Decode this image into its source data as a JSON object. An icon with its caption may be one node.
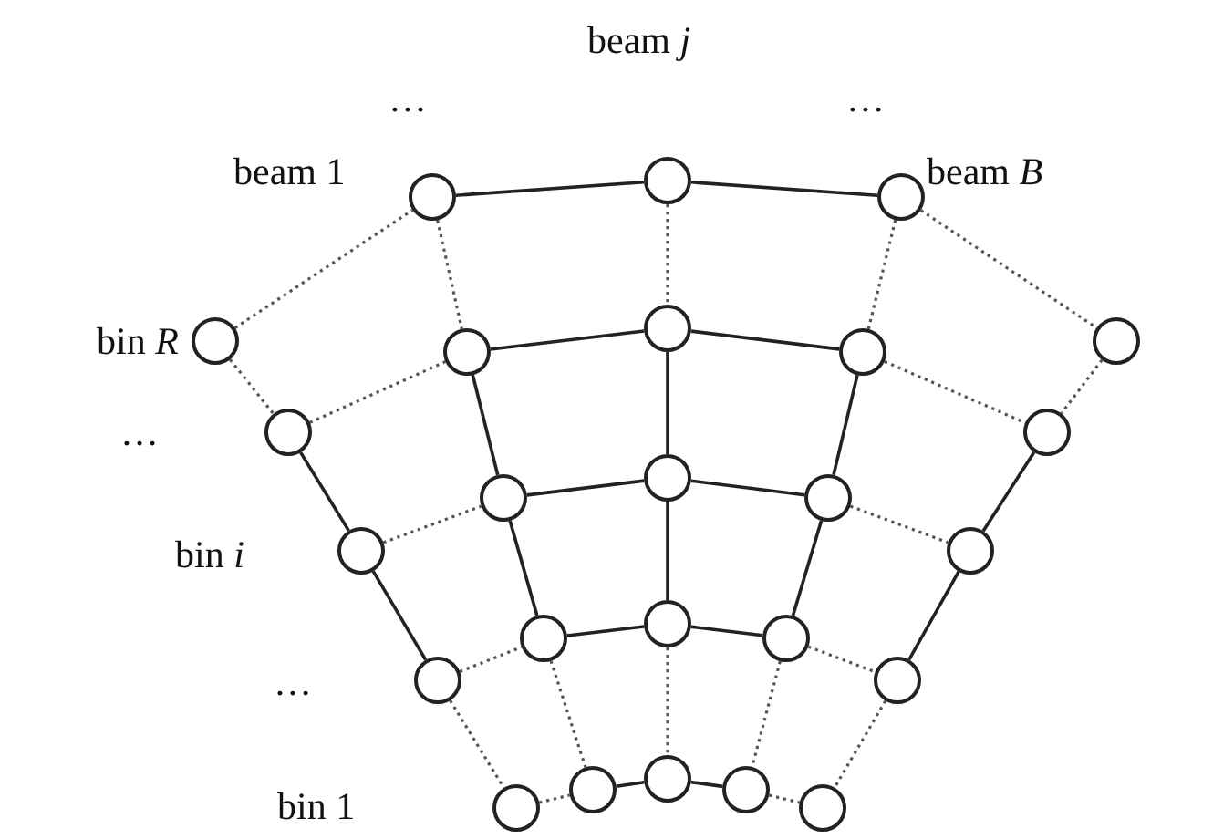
{
  "diagram": {
    "nodes": [
      {
        "text": [],
        "shape": "circle"
      },
      {
        "text": [],
        "shape": "circle"
      },
      {
        "text": [],
        "shape": "circle"
      },
      {
        "text": [],
        "shape": "circle"
      },
      {
        "text": [],
        "shape": "circle"
      },
      {
        "text": [],
        "shape": "circle"
      },
      {
        "text": [],
        "shape": "circle"
      },
      {
        "text": [],
        "shape": "circle"
      },
      {
        "text": [],
        "shape": "circle"
      },
      {
        "text": [],
        "shape": "circle"
      },
      {
        "text": [],
        "shape": "circle"
      },
      {
        "text": [],
        "shape": "circle"
      },
      {
        "text": [],
        "shape": "circle"
      },
      {
        "text": [],
        "shape": "circle"
      },
      {
        "text": [],
        "shape": "circle"
      },
      {
        "text": [],
        "shape": "circle"
      },
      {
        "text": [],
        "shape": "circle"
      },
      {
        "text": [],
        "shape": "circle"
      },
      {
        "text": [],
        "shape": "circle"
      },
      {
        "text": [],
        "shape": "circle"
      },
      {
        "text": [],
        "shape": "circle"
      },
      {
        "text": [],
        "shape": "circle"
      },
      {
        "text": [],
        "shape": "circle"
      },
      {
        "text": [],
        "shape": "circle"
      },
      {
        "text": [],
        "shape": "circle"
      }
    ],
    "edges": [
      {
        "from": 0,
        "to": 1,
        "arrow": "none",
        "style": "dashed"
      },
      {
        "from": 1,
        "to": 2,
        "arrow": "none"
      },
      {
        "from": 2,
        "to": 3,
        "arrow": "none"
      },
      {
        "from": 3,
        "to": 4,
        "arrow": "none",
        "style": "dashed"
      },
      {
        "from": 5,
        "to": 6,
        "arrow": "none",
        "style": "dashed"
      },
      {
        "from": 6,
        "to": 7,
        "arrow": "none"
      },
      {
        "from": 7,
        "to": 8,
        "arrow": "none"
      },
      {
        "from": 8,
        "to": 9,
        "arrow": "none",
        "style": "dashed"
      },
      {
        "from": 10,
        "to": 11,
        "arrow": "none",
        "style": "dashed"
      },
      {
        "from": 11,
        "to": 12,
        "arrow": "none"
      },
      {
        "from": 12,
        "to": 13,
        "arrow": "none"
      },
      {
        "from": 13,
        "to": 14,
        "arrow": "none",
        "style": "dashed"
      },
      {
        "from": 15,
        "to": 16,
        "arrow": "none",
        "style": "dashed"
      },
      {
        "from": 16,
        "to": 17,
        "arrow": "none"
      },
      {
        "from": 17,
        "to": 18,
        "arrow": "none"
      },
      {
        "from": 18,
        "to": 19,
        "arrow": "none",
        "style": "dashed"
      },
      {
        "from": 20,
        "to": 21,
        "arrow": "none",
        "style": "dashed"
      },
      {
        "from": 21,
        "to": 22,
        "arrow": "none"
      },
      {
        "from": 22,
        "to": 23,
        "arrow": "none"
      },
      {
        "from": 23,
        "to": 24,
        "arrow": "none",
        "style": "dashed"
      },
      {
        "from": 0,
        "to": 5,
        "arrow": "none",
        "style": "dashed"
      },
      {
        "from": 5,
        "to": 10,
        "arrow": "none"
      },
      {
        "from": 10,
        "to": 15,
        "arrow": "none"
      },
      {
        "from": 15,
        "to": 20,
        "arrow": "none",
        "style": "dashed"
      },
      {
        "from": 1,
        "to": 6,
        "arrow": "none",
        "style": "dashed"
      },
      {
        "from": 6,
        "to": 11,
        "arrow": "none"
      },
      {
        "from": 11,
        "to": 16,
        "arrow": "none"
      },
      {
        "from": 16,
        "to": 21,
        "arrow": "none",
        "style": "dashed"
      },
      {
        "from": 2,
        "to": 7,
        "arrow": "none",
        "style": "dashed"
      },
      {
        "from": 7,
        "to": 12,
        "arrow": "none"
      },
      {
        "from": 12,
        "to": 17,
        "arrow": "none"
      },
      {
        "from": 17,
        "to": 22,
        "arrow": "none",
        "style": "dashed"
      },
      {
        "from": 3,
        "to": 8,
        "arrow": "none",
        "style": "dashed"
      },
      {
        "from": 8,
        "to": 13,
        "arrow": "none"
      },
      {
        "from": 13,
        "to": 18,
        "arrow": "none"
      },
      {
        "from": 18,
        "to": 23,
        "arrow": "none",
        "style": "dashed"
      },
      {
        "from": 4,
        "to": 9,
        "arrow": "none",
        "style": "dashed"
      },
      {
        "from": 9,
        "to": 14,
        "arrow": "none"
      },
      {
        "from": 14,
        "to": 19,
        "arrow": "none"
      },
      {
        "from": 19,
        "to": 24,
        "arrow": "none",
        "style": "dashed"
      }
    ],
    "labels": [
      "beam *j*",
      "…",
      "…",
      "beam 1",
      "beam *B*",
      "bin *R*",
      "…",
      "bin *i*",
      "…",
      "bin 1"
    ]
  }
}
